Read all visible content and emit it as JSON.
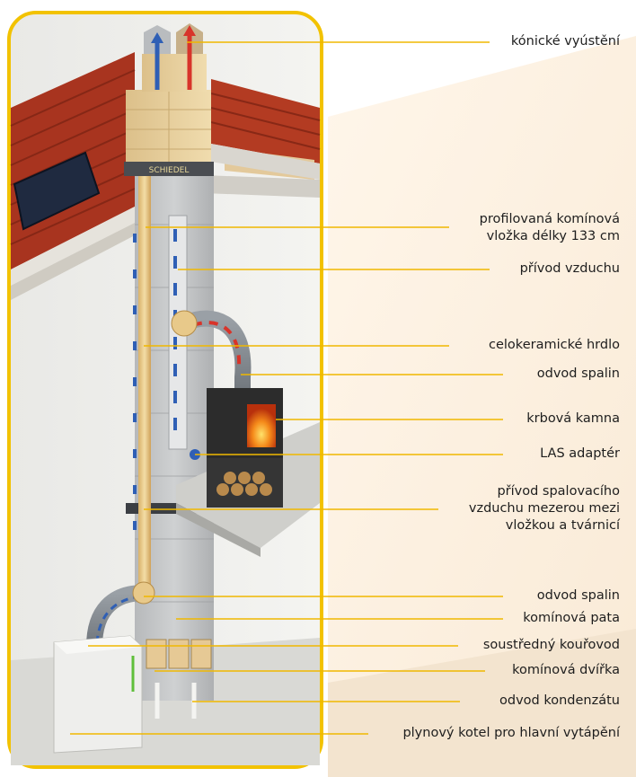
{
  "labels": [
    {
      "id": "conical-outlet",
      "text": "kónické vyústění"
    },
    {
      "id": "profiled-liner",
      "text": "profilovaná komínová\nvložka délky 133 cm"
    },
    {
      "id": "air-intake",
      "text": "přívod vzduchu"
    },
    {
      "id": "ceramic-socket",
      "text": "celokeramické hrdlo"
    },
    {
      "id": "flue-gas-outlet-upper",
      "text": "odvod spalin"
    },
    {
      "id": "fireplace-stove",
      "text": "krbová kamna"
    },
    {
      "id": "las-adapter",
      "text": "LAS adaptér"
    },
    {
      "id": "combustion-air-supply",
      "text": "přívod spalovacího\nvzduchu mezerou mezi\nvložkou a tvárnicí"
    },
    {
      "id": "flue-gas-outlet-lower",
      "text": "odvod spalin"
    },
    {
      "id": "chimney-base",
      "text": "komínová pata"
    },
    {
      "id": "concentric-flue",
      "text": "soustředný kouřovod"
    },
    {
      "id": "chimney-door",
      "text": "komínová dvířka"
    },
    {
      "id": "condensate-drain",
      "text": "odvod kondenzátu"
    },
    {
      "id": "gas-boiler",
      "text": "plynový kotel pro hlavní vytápění"
    }
  ],
  "brand_text": "SCHIEDEL",
  "colors": {
    "frame": "#f2c200",
    "leader_line": "#f0b800",
    "roof_tile": "#b23a22",
    "block": "#c9cbcc",
    "liner": "#e8c98a",
    "air_duct": "#2f5fb5",
    "hot_gas": "#d8342a",
    "stove": "#2c2c2c",
    "fire": "#f07a14",
    "background_wedge": "#fbeedd"
  }
}
